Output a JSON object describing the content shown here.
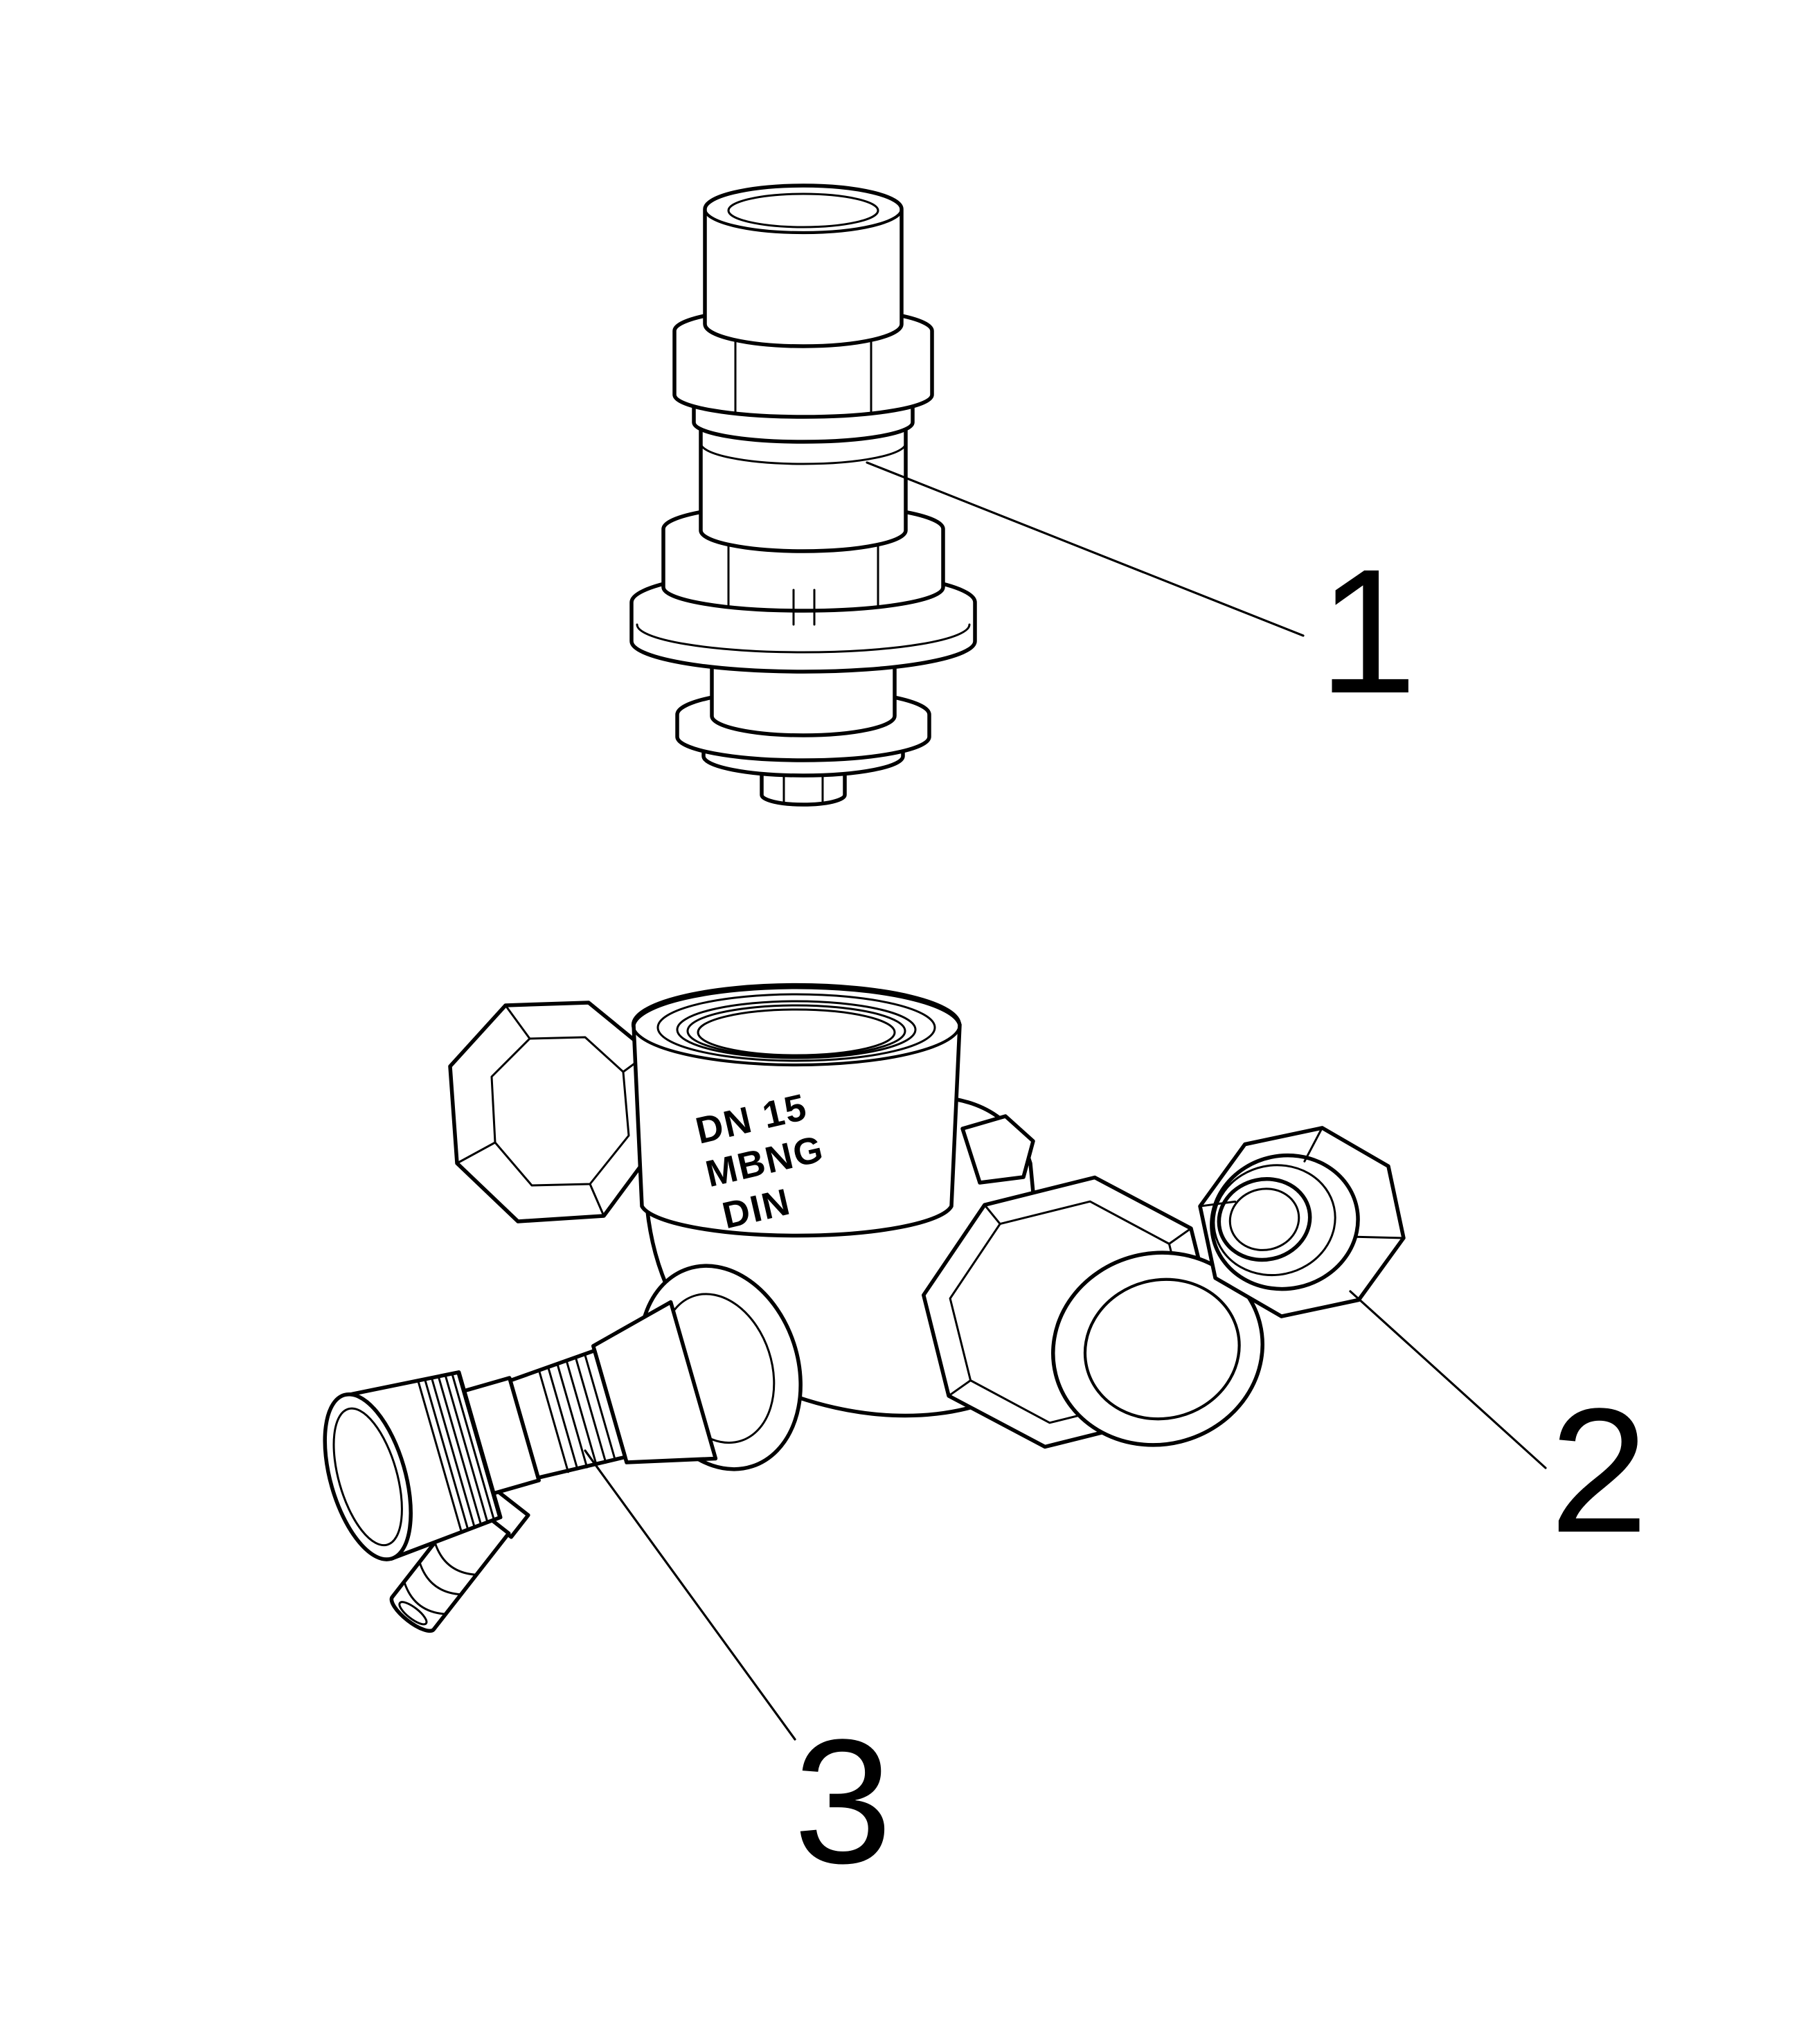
{
  "diagram": {
    "background": "#ffffff",
    "line_color": "#000000",
    "callouts": [
      {
        "label": "1"
      },
      {
        "label": "2"
      },
      {
        "label": "3"
      }
    ],
    "markings": [
      "DN 15",
      "MBNG",
      "DIN"
    ]
  }
}
